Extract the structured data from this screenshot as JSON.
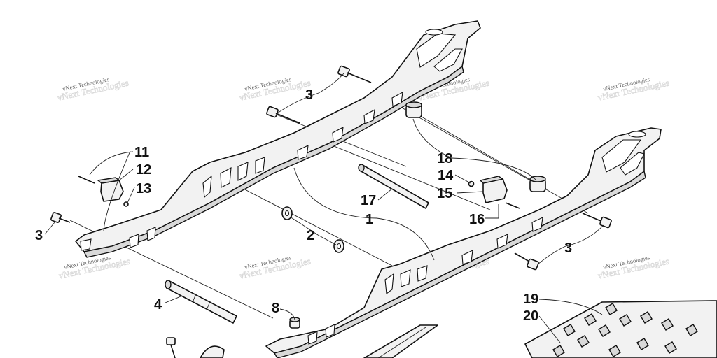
{
  "watermark": "vNext Technologies",
  "callouts": [
    "1",
    "2",
    "3",
    "3",
    "3",
    "4",
    "8",
    "11",
    "12",
    "13",
    "14",
    "15",
    "16",
    "17",
    "18",
    "19",
    "20"
  ]
}
